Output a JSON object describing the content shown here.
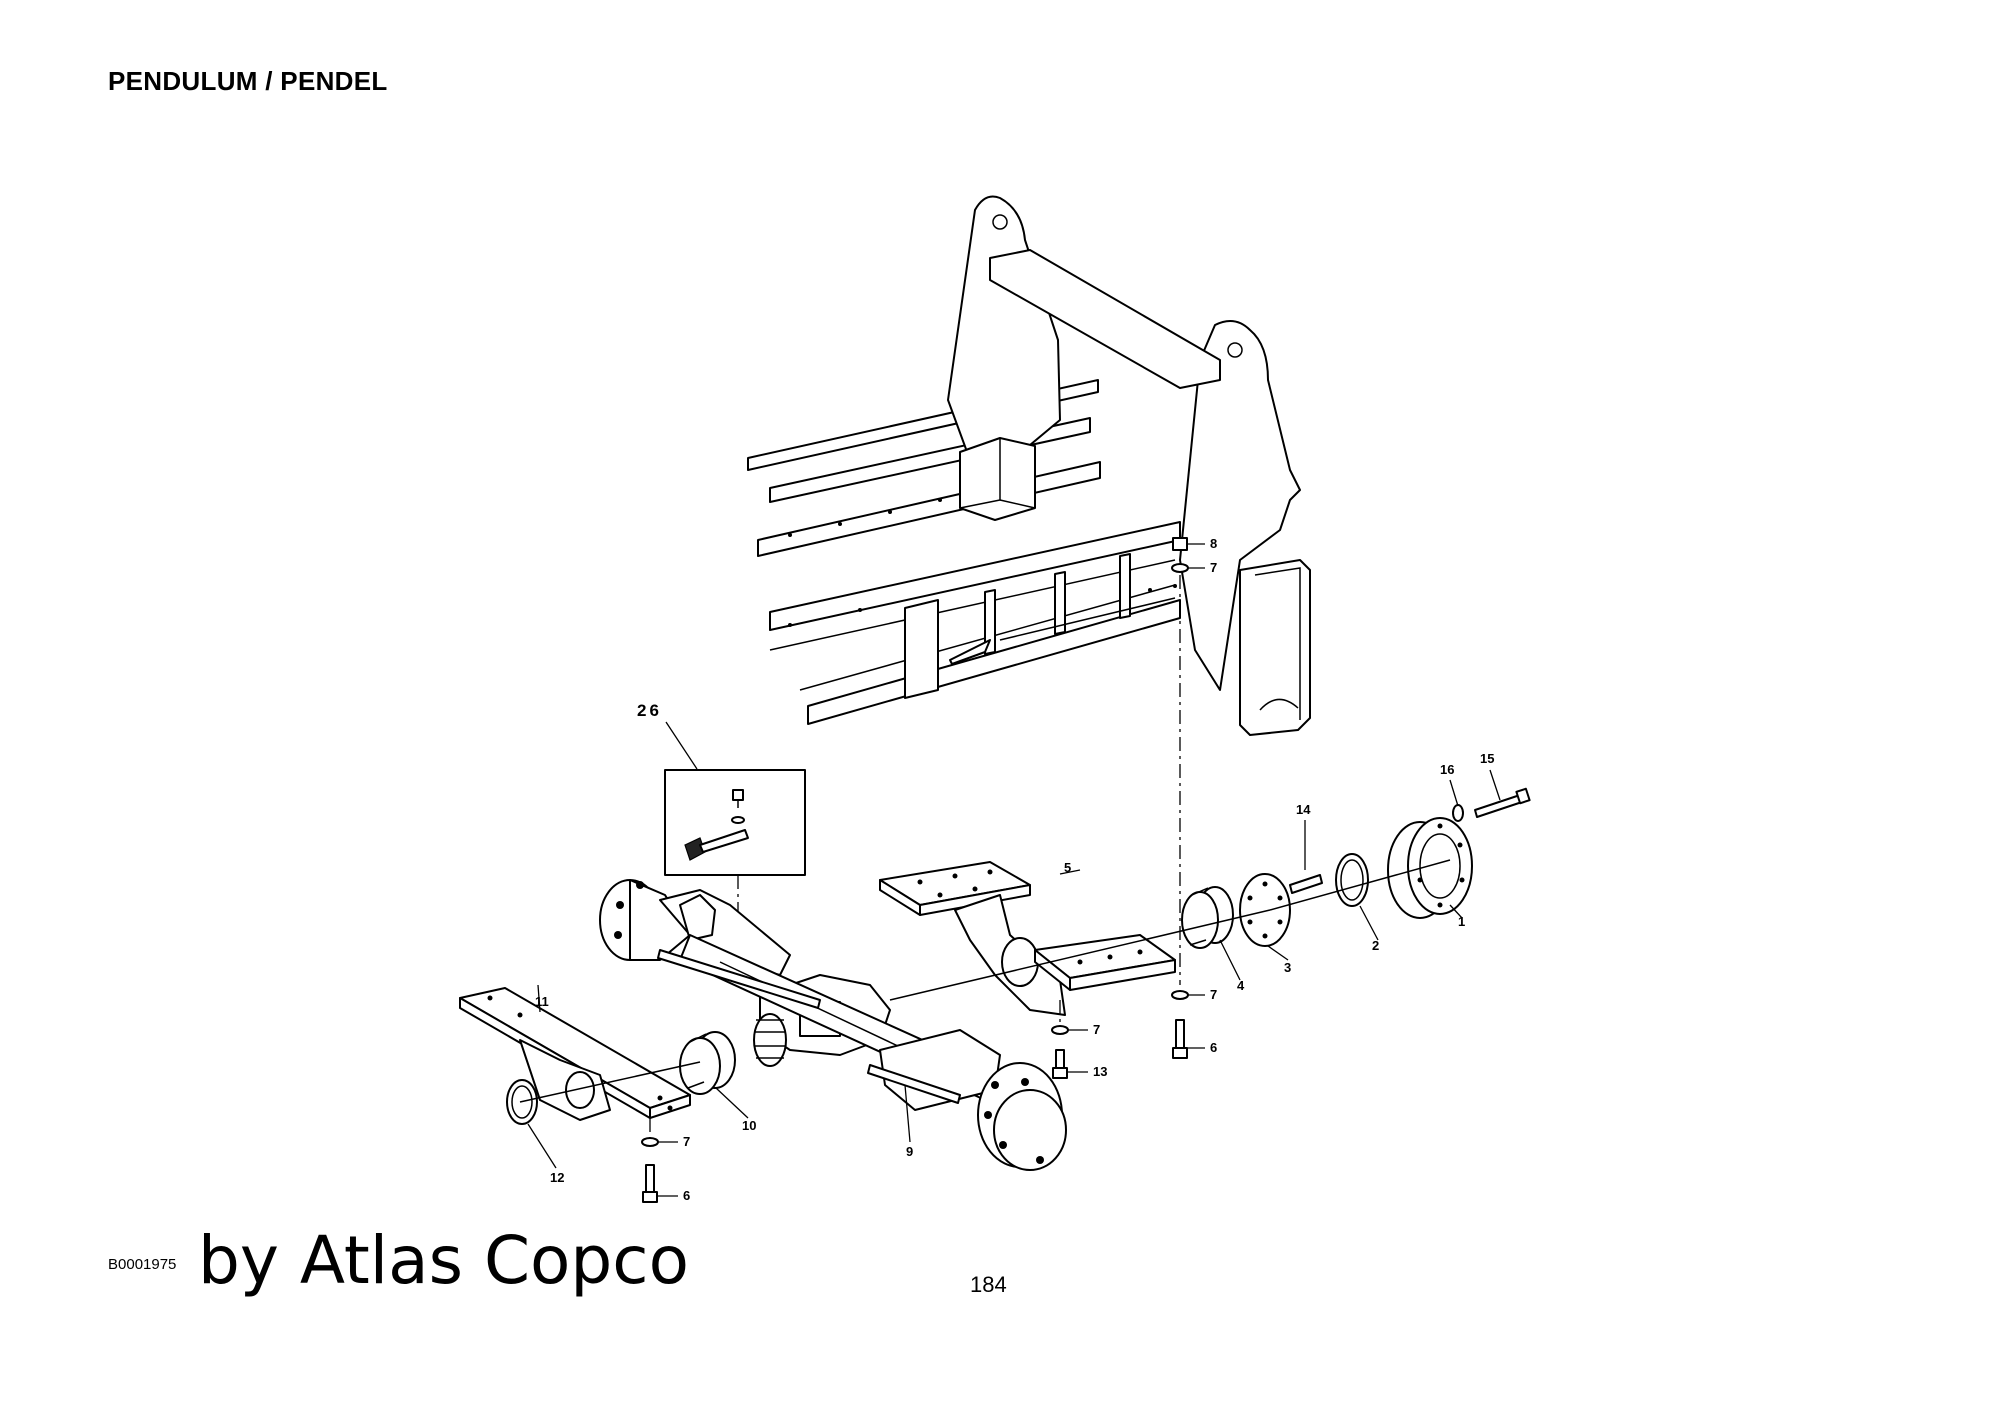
{
  "document": {
    "title": "PENDULUM / PENDEL",
    "drawing_number": "B0001975",
    "watermark": "by Atlas Copco",
    "page_number": "184"
  },
  "callouts": [
    {
      "id": "c1",
      "label": "1"
    },
    {
      "id": "c2",
      "label": "2"
    },
    {
      "id": "c3",
      "label": "3"
    },
    {
      "id": "c4",
      "label": "4"
    },
    {
      "id": "c5",
      "label": "5"
    },
    {
      "id": "c6a",
      "label": "6"
    },
    {
      "id": "c6b",
      "label": "6"
    },
    {
      "id": "c7a",
      "label": "7"
    },
    {
      "id": "c7b",
      "label": "7"
    },
    {
      "id": "c7c",
      "label": "7"
    },
    {
      "id": "c7d",
      "label": "7"
    },
    {
      "id": "c8",
      "label": "8"
    },
    {
      "id": "c9",
      "label": "9"
    },
    {
      "id": "c10",
      "label": "10"
    },
    {
      "id": "c11",
      "label": "11"
    },
    {
      "id": "c12",
      "label": "12"
    },
    {
      "id": "c13",
      "label": "13"
    },
    {
      "id": "c14",
      "label": "14"
    },
    {
      "id": "c15",
      "label": "15"
    },
    {
      "id": "c16",
      "label": "16"
    },
    {
      "id": "c26",
      "label": "26"
    }
  ]
}
